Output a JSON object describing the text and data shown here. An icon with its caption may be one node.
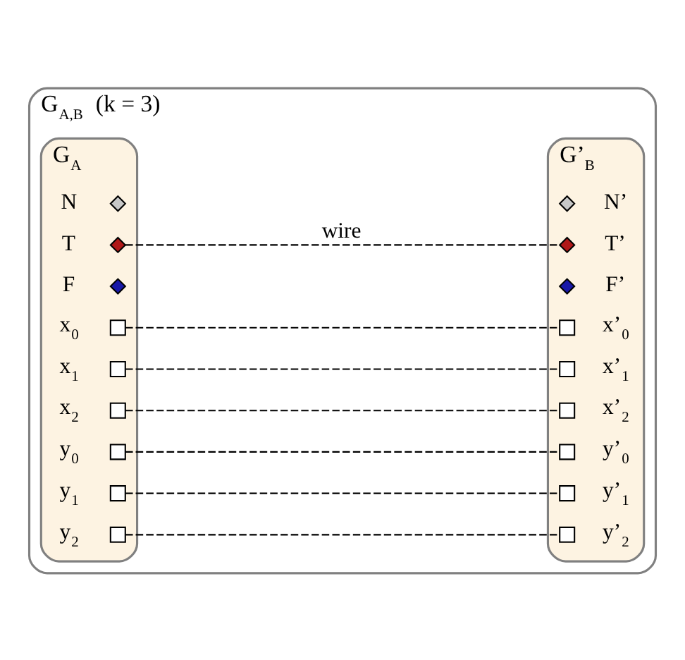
{
  "diagram": {
    "nodes": [
      {
        "text": [
          "G$_{A,B}$ (k = 3)"
        ]
      },
      {
        "text": [
          "G$_{A}$"
        ],
        "in": 0
      },
      {
        "text": [],
        "shape": "diamond",
        "beside": [
          "N"
        ],
        "in": 1
      },
      {
        "text": [],
        "shape": "diamond",
        "beside": [
          "T"
        ],
        "in": 1
      },
      {
        "text": [],
        "shape": "diamond",
        "beside": [
          "F"
        ],
        "in": 1
      },
      {
        "text": [],
        "shape": "box",
        "beside": [
          "x$_{0}$"
        ],
        "in": 1
      },
      {
        "text": [],
        "shape": "box",
        "beside": [
          "x$_{1}$"
        ],
        "in": 1
      },
      {
        "text": [],
        "shape": "box",
        "beside": [
          "x$_{2}$"
        ],
        "in": 1
      },
      {
        "text": [],
        "shape": "box",
        "beside": [
          "y$_{0}$"
        ],
        "in": 1
      },
      {
        "text": [],
        "shape": "box",
        "beside": [
          "y$_{1}$"
        ],
        "in": 1
      },
      {
        "text": [],
        "shape": "box",
        "beside": [
          "y$_{2}$"
        ],
        "in": 1
      },
      {
        "text": [
          "G’$_{B}$"
        ],
        "in": 0
      },
      {
        "text": [],
        "shape": "diamond",
        "beside": [
          "N’"
        ],
        "in": 11
      },
      {
        "text": [],
        "shape": "diamond",
        "beside": [
          "T’"
        ],
        "in": 11
      },
      {
        "text": [],
        "shape": "diamond",
        "beside": [
          "F’"
        ],
        "in": 11
      },
      {
        "text": [],
        "shape": "box",
        "beside": [
          "x’$_{0}$"
        ],
        "in": 11
      },
      {
        "text": [],
        "shape": "box",
        "beside": [
          "x’$_{1}$"
        ],
        "in": 11
      },
      {
        "text": [],
        "shape": "box",
        "beside": [
          "x’$_{2}$"
        ],
        "in": 11
      },
      {
        "text": [],
        "shape": "box",
        "beside": [
          "y’$_{0}$"
        ],
        "in": 11
      },
      {
        "text": [],
        "shape": "box",
        "beside": [
          "y’$_{1}$"
        ],
        "in": 11
      },
      {
        "text": [],
        "shape": "box",
        "beside": [
          "y’$_{2}$"
        ],
        "in": 11
      }
    ],
    "edges": [
      {
        "from": 3,
        "to": 13,
        "arrow": "none",
        "label": "wire",
        "style": "dashed"
      },
      {
        "from": 5,
        "to": 15,
        "arrow": "none",
        "style": "dashed"
      },
      {
        "from": 6,
        "to": 16,
        "arrow": "none",
        "style": "dashed"
      },
      {
        "from": 7,
        "to": 17,
        "arrow": "none",
        "style": "dashed"
      },
      {
        "from": 8,
        "to": 18,
        "arrow": "none",
        "style": "dashed"
      },
      {
        "from": 9,
        "to": 19,
        "arrow": "none",
        "style": "dashed"
      },
      {
        "from": 10,
        "to": 20,
        "arrow": "none",
        "style": "dashed"
      }
    ]
  }
}
